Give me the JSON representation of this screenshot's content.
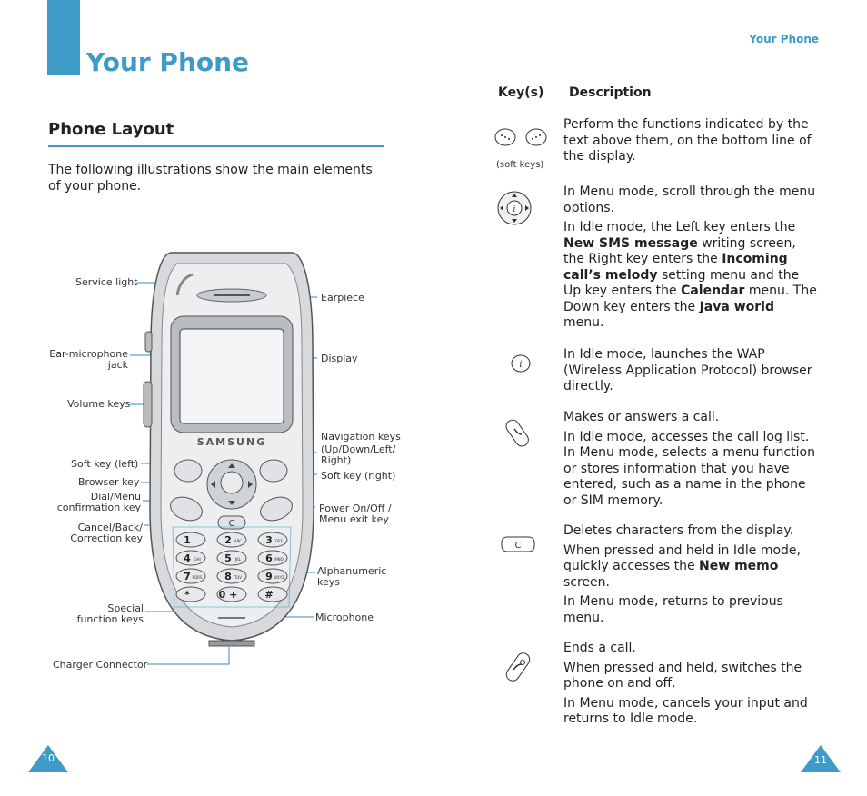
{
  "page": {
    "title": "Your Phone",
    "header_right": "Your Phone",
    "page_left": "10",
    "page_right": "11"
  },
  "layout": {
    "section_title": "Phone Layout",
    "intro": "The following illustrations show the main elements of your phone."
  },
  "phone": {
    "brand": "SAMSUNG",
    "labels": {
      "service_light": "Service light",
      "ear_mic_1": "Ear-microphone",
      "ear_mic_2": "jack",
      "volume": "Volume keys",
      "soft_left": "Soft key (left)",
      "browser": "Browser key",
      "dial_1": "Dial/Menu",
      "dial_2": "confirmation key",
      "cancel_1": "Cancel/Back/",
      "cancel_2": "Correction key",
      "special_1": "Special",
      "special_2": "function keys",
      "charger": "Charger Connector",
      "earpiece": "Earpiece",
      "display": "Display",
      "nav_1": "Navigation keys",
      "nav_2": "(Up/Down/Left/",
      "nav_3": "Right)",
      "soft_right": "Soft key (right)",
      "power_1": "Power On/Off /",
      "power_2": "Menu exit key",
      "alpha_1": "Alphanumeric",
      "alpha_2": "keys",
      "microphone": "Microphone"
    },
    "keypad": [
      [
        "1",
        "2",
        "3"
      ],
      [
        "4",
        "5",
        "6"
      ],
      [
        "7",
        "8",
        "9"
      ],
      [
        "*",
        "0 +",
        "#"
      ]
    ],
    "keypad_letters": [
      [
        "",
        "ABC",
        "DEF"
      ],
      [
        "GHI",
        "JKL",
        "MNO"
      ],
      [
        "PQRS",
        "TUV",
        "WXYZ"
      ],
      [
        "",
        "",
        ""
      ]
    ],
    "c_key": "C"
  },
  "table": {
    "col_keys": "Key(s)",
    "col_desc": "Description",
    "soft_caption": "(soft keys)",
    "c_key": "C",
    "row1": {
      "p1": "Perform the functions indicated by the text above them, on the bottom line of the display."
    },
    "row2": {
      "p1": "In Menu mode, scroll through the menu options.",
      "p2_a": "In Idle mode, the Left key enters the ",
      "p2_b": "New SMS message",
      "p2_c": " writing screen, the Right key enters the ",
      "p2_d": "Incoming call’s melody",
      "p2_e": " setting menu and the Up key enters the ",
      "p2_f": "Calendar",
      "p2_g": " menu. The Down key enters the ",
      "p2_h": "Java world",
      "p2_i": " menu."
    },
    "row3": {
      "p1": "In Idle mode, launches the WAP (Wireless Application Protocol) browser directly."
    },
    "row4": {
      "p1": "Makes or answers a call.",
      "p2": "In Idle mode, accesses the call log list. In Menu mode, selects a menu function or stores information that you have entered, such as a name in the phone or SIM memory."
    },
    "row5": {
      "p1": "Deletes characters from the display.",
      "p2_a": "When pressed and held in Idle mode, quickly accesses the ",
      "p2_b": "New memo",
      "p2_c": " screen.",
      "p3": "In Menu mode, returns to previous menu."
    },
    "row6": {
      "p1": "Ends a call.",
      "p2": "When pressed and held, switches the phone on and off.",
      "p3": "In Menu mode, cancels your input and returns to Idle mode."
    }
  },
  "colors": {
    "accent": "#3e9bc7",
    "callout": "#2f8fc0"
  },
  "icons": [
    "soft-keys-icon",
    "navigation-key-icon",
    "browser-key-icon",
    "dial-key-icon",
    "clear-key-icon",
    "power-end-key-icon"
  ]
}
